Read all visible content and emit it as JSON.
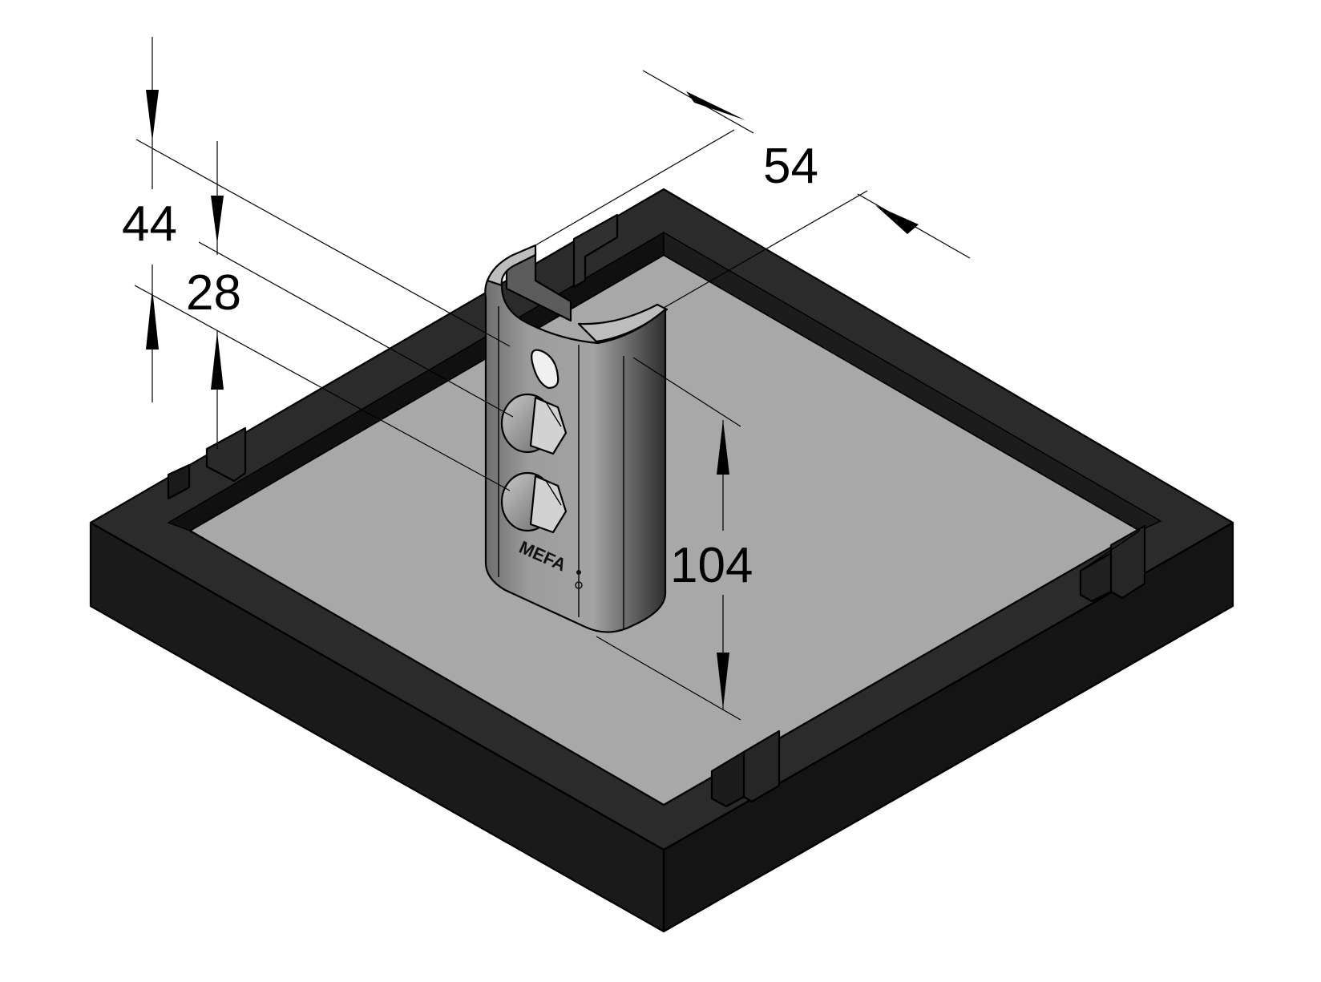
{
  "dimensions": {
    "height_total": "44",
    "height_channel": "28",
    "channel_width": "54",
    "bracket_height": "104"
  },
  "brand": {
    "label": "MEFA"
  },
  "colors": {
    "rubber": "#1b1b1b",
    "rubber_top": "#2d2d2d",
    "plate": "#a9a9a9",
    "bracket": "#9a9a9a",
    "line": "#000000"
  }
}
